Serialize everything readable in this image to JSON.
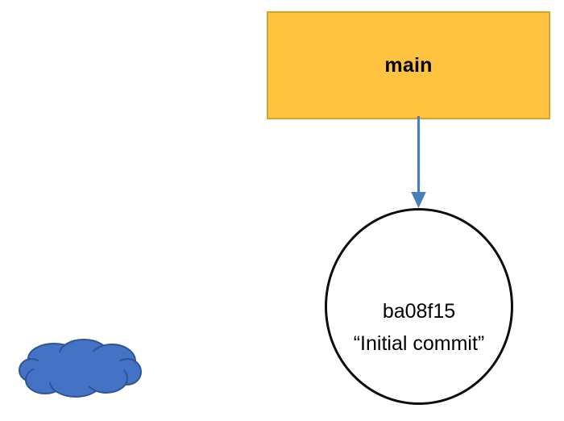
{
  "diagram": {
    "title_text": "",
    "branch_label": {
      "text": "main",
      "fill_color": "#FFC340",
      "border_color": "#D6A42D",
      "text_color": "#000000"
    },
    "arrow": {
      "name": "branch-points-to-commit-arrow",
      "color": "#4A7EBB",
      "direction": "down"
    },
    "commit": {
      "hash": "ba08f15",
      "message": "“Initial commit”",
      "stroke_color": "#0D0D0D",
      "fill_color": "#FFFFFF"
    },
    "cloud": {
      "name": "cloud-shape",
      "fill_color": "#4472C4",
      "stroke_color": "#2E5494"
    }
  }
}
